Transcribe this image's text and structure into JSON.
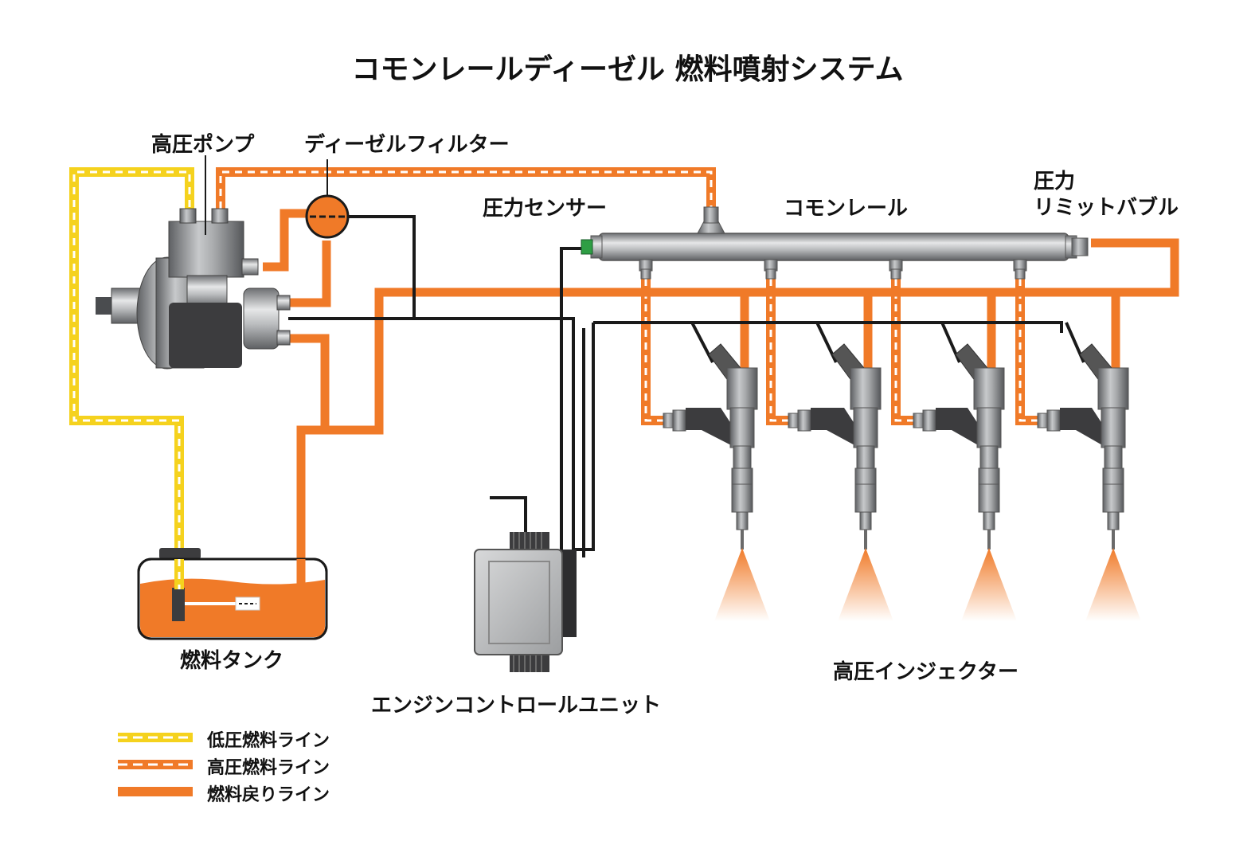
{
  "title": "コモンレールディーゼル 燃料噴射システム",
  "labels": {
    "high_pressure_pump": "高圧ポンプ",
    "diesel_filter": "ディーゼルフィルター",
    "pressure_sensor": "圧力センサー",
    "common_rail": "コモンレール",
    "pressure_limit_valve_line1": "圧力",
    "pressure_limit_valve_line2": "リミットバブル",
    "fuel_tank": "燃料タンク",
    "ecu": "エンジンコントロールユニット",
    "injectors": "高圧インジェクター"
  },
  "legend": [
    {
      "label": "低圧燃料ライン",
      "style": "low-pressure"
    },
    {
      "label": "高圧燃料ライン",
      "style": "high-pressure"
    },
    {
      "label": "燃料戻りライン",
      "style": "return"
    }
  ],
  "colors": {
    "orange": "#f07a28",
    "yellow": "#f5d21e",
    "metal": "#8a8c8f",
    "dark": "#3c3c3e",
    "wire": "#1a1a1a",
    "connector_green": "#2e9e44"
  },
  "injector_count": 4
}
